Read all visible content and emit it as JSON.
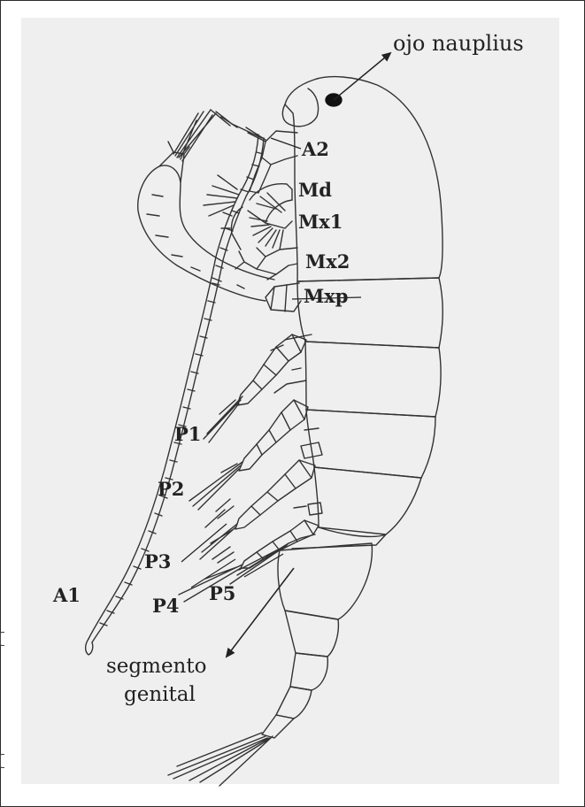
{
  "labels": {
    "ojo_nauplius": "ojo nauplius",
    "a2": "A2",
    "md": "Md",
    "mx1": "Mx1",
    "mx2": "Mx2",
    "mxp": "Mxp",
    "p1": "P1",
    "p2": "P2",
    "p3": "P3",
    "p4": "P4",
    "p5": "P5",
    "a1": "A1",
    "segmento": "segmento",
    "genital": "genital"
  },
  "colors": {
    "background": "#efefef",
    "ink": "#222222"
  }
}
